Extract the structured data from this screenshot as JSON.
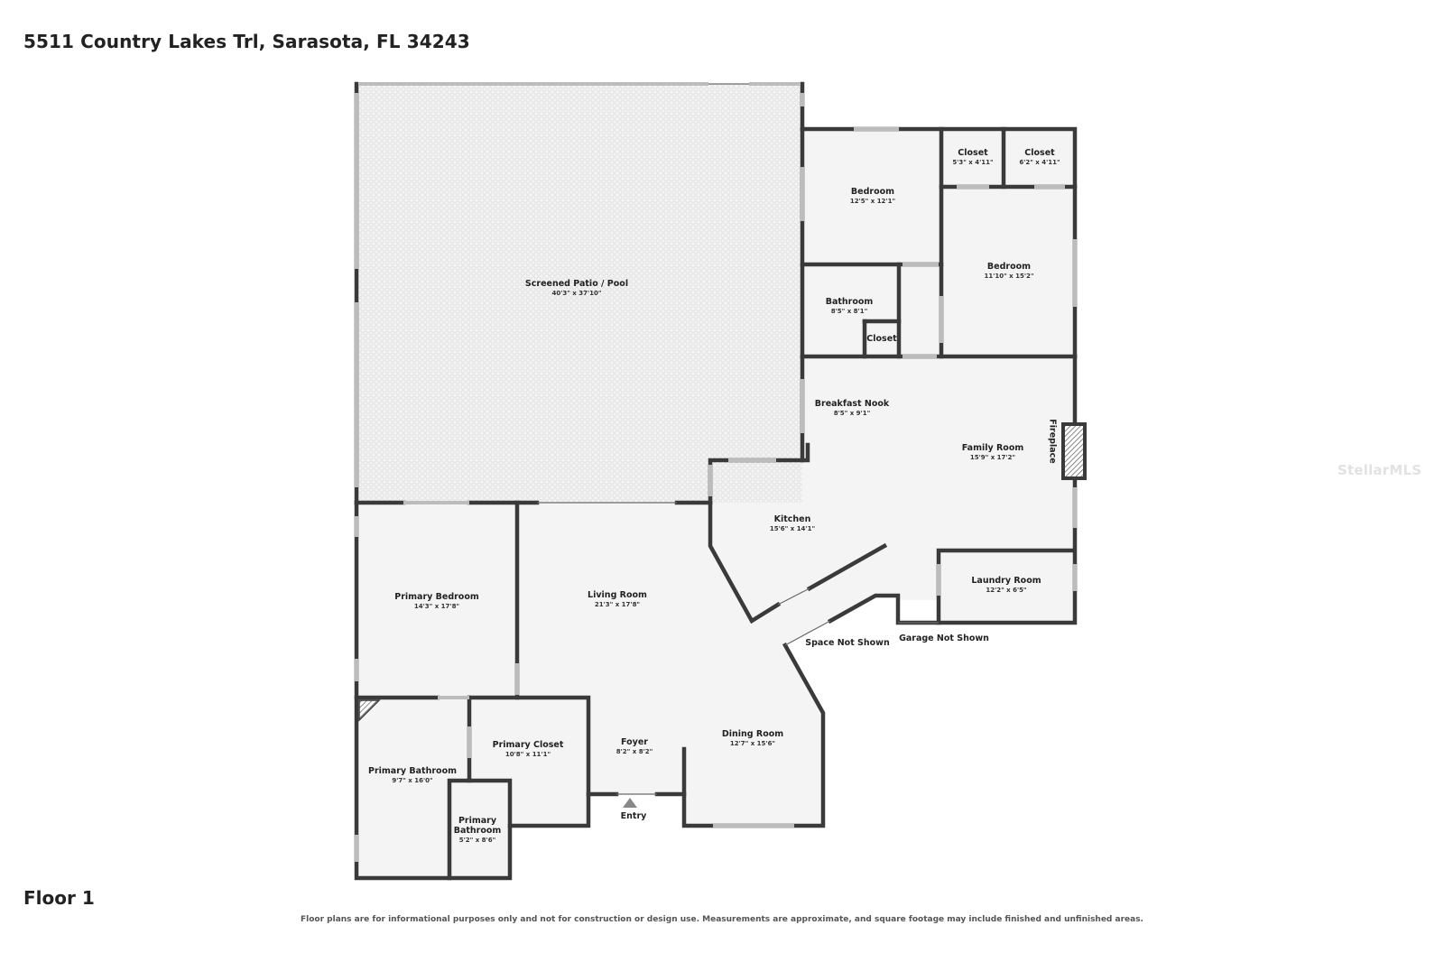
{
  "header": {
    "address": "5511 Country Lakes Trl, Sarasota, FL 34243"
  },
  "footer": {
    "floor_label": "Floor 1",
    "disclaimer": "Floor plans are for informational purposes only and not for construction or design use. Measurements are approximate, and square footage may include finished and unfinished areas."
  },
  "watermark": "StellarMLS",
  "rooms": {
    "patio": {
      "name": "Screened Patio / Pool",
      "dims": "40'3\" x 37'10\""
    },
    "bedroom_1": {
      "name": "Bedroom",
      "dims": "12'5\" x 12'1\""
    },
    "closet_1": {
      "name": "Closet",
      "dims": "5'3\" x 4'11\""
    },
    "closet_2": {
      "name": "Closet",
      "dims": "6'2\" x 4'11\""
    },
    "bedroom_2": {
      "name": "Bedroom",
      "dims": "11'10\" x 15'2\""
    },
    "bathroom": {
      "name": "Bathroom",
      "dims": "8'5\" x 8'1\""
    },
    "closet_3": {
      "name": "Closet"
    },
    "breakfast_nook": {
      "name": "Breakfast Nook",
      "dims": "8'5\" x 9'1\""
    },
    "family_room": {
      "name": "Family Room",
      "dims": "15'9\" x 17'2\""
    },
    "fireplace": {
      "name": "Fireplace"
    },
    "kitchen": {
      "name": "Kitchen",
      "dims": "15'6\" x 14'1\""
    },
    "laundry_room": {
      "name": "Laundry Room",
      "dims": "12'2\" x 6'5\""
    },
    "primary_bedroom": {
      "name": "Primary Bedroom",
      "dims": "14'3\" x 17'8\""
    },
    "living_room": {
      "name": "Living Room",
      "dims": "21'3\" x 17'8\""
    },
    "space_not_shown": {
      "name": "Space Not Shown"
    },
    "garage_not_shown": {
      "name": "Garage Not Shown"
    },
    "primary_bathroom_1": {
      "name": "Primary Bathroom",
      "dims": "9'7\" x 16'0\""
    },
    "primary_closet": {
      "name": "Primary Closet",
      "dims": "10'8\" x 11'1\""
    },
    "primary_bathroom_2": {
      "name": "Primary Bathroom",
      "dims": "5'2\" x 8'6\""
    },
    "foyer": {
      "name": "Foyer",
      "dims": "8'2\" x 8'2\""
    },
    "dining_room": {
      "name": "Dining Room",
      "dims": "12'7\" x 15'6\""
    },
    "entry": {
      "name": "Entry"
    }
  }
}
